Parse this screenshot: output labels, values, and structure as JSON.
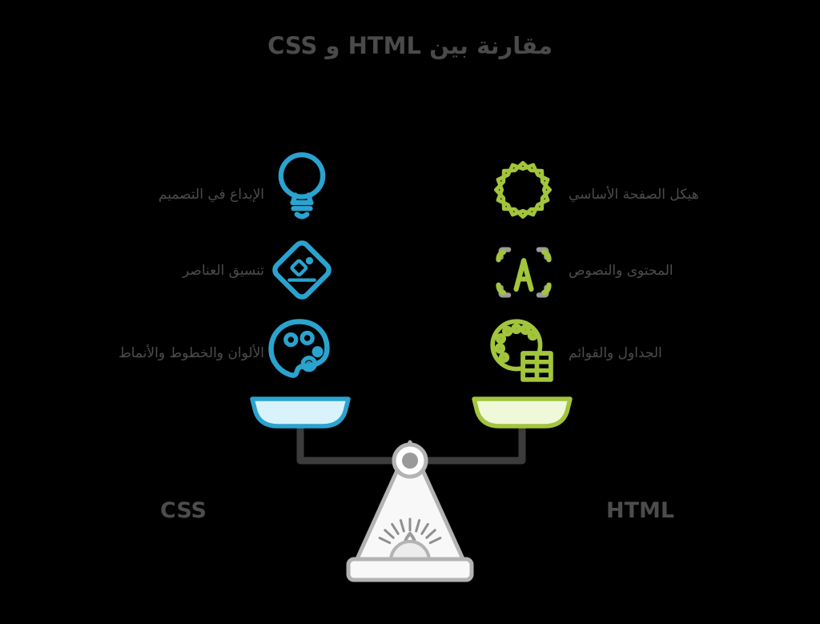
{
  "title": "مقارنة بين HTML و CSS",
  "left": {
    "name": "CSS",
    "accent": "#2ba3cf",
    "pan_fill": "#d8f3fc",
    "items": [
      {
        "icon": "lightbulb-icon",
        "label": "الإبداع في التصميم"
      },
      {
        "icon": "tag-icon",
        "label": "تنسيق العناصر"
      },
      {
        "icon": "palette-icon",
        "label": "الألوان والخطوط والأنماط"
      }
    ]
  },
  "right": {
    "name": "HTML",
    "accent": "#a2c53c",
    "pan_fill": "#eff9d9",
    "items": [
      {
        "icon": "star-rosette-icon",
        "label": "هيكل الصفحة الأساسي"
      },
      {
        "icon": "typography-frame-icon",
        "label": "المحتوى والنصوص"
      },
      {
        "icon": "data-table-icon",
        "label": "الجداول والقوائم"
      }
    ]
  },
  "colors": {
    "text": "#4c4c4c",
    "stand_stroke": "#b3b3b3",
    "stand_fill": "#f8f8f8",
    "arm": "#3c3c3c",
    "background": "#000000"
  }
}
